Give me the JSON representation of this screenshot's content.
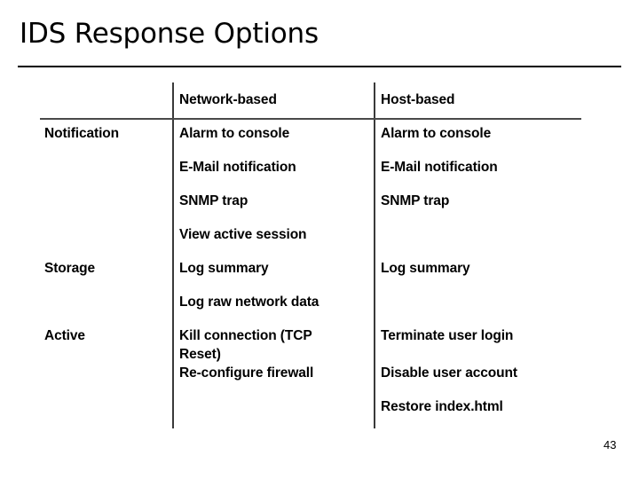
{
  "slide": {
    "title": "IDS Response Options",
    "page_number": "43"
  },
  "table": {
    "columns": [
      {
        "key": "category",
        "header": ""
      },
      {
        "key": "network",
        "header": "Network-based"
      },
      {
        "key": "host",
        "header": "Host-based"
      }
    ],
    "rows": [
      {
        "category": "Notification",
        "network": [
          "Alarm to console",
          "E-Mail notification",
          "SNMP trap",
          "View active session"
        ],
        "host": [
          "Alarm to console",
          "E-Mail notification",
          "SNMP trap"
        ]
      },
      {
        "category": "Storage",
        "network": [
          "Log summary",
          "Log raw network data"
        ],
        "host": [
          "Log summary"
        ]
      },
      {
        "category": "Active",
        "network": [
          "Kill connection (TCP Reset)",
          "Re-configure firewall"
        ],
        "host": [
          "Terminate user login",
          "Disable user account",
          "Restore index.html"
        ]
      }
    ]
  }
}
